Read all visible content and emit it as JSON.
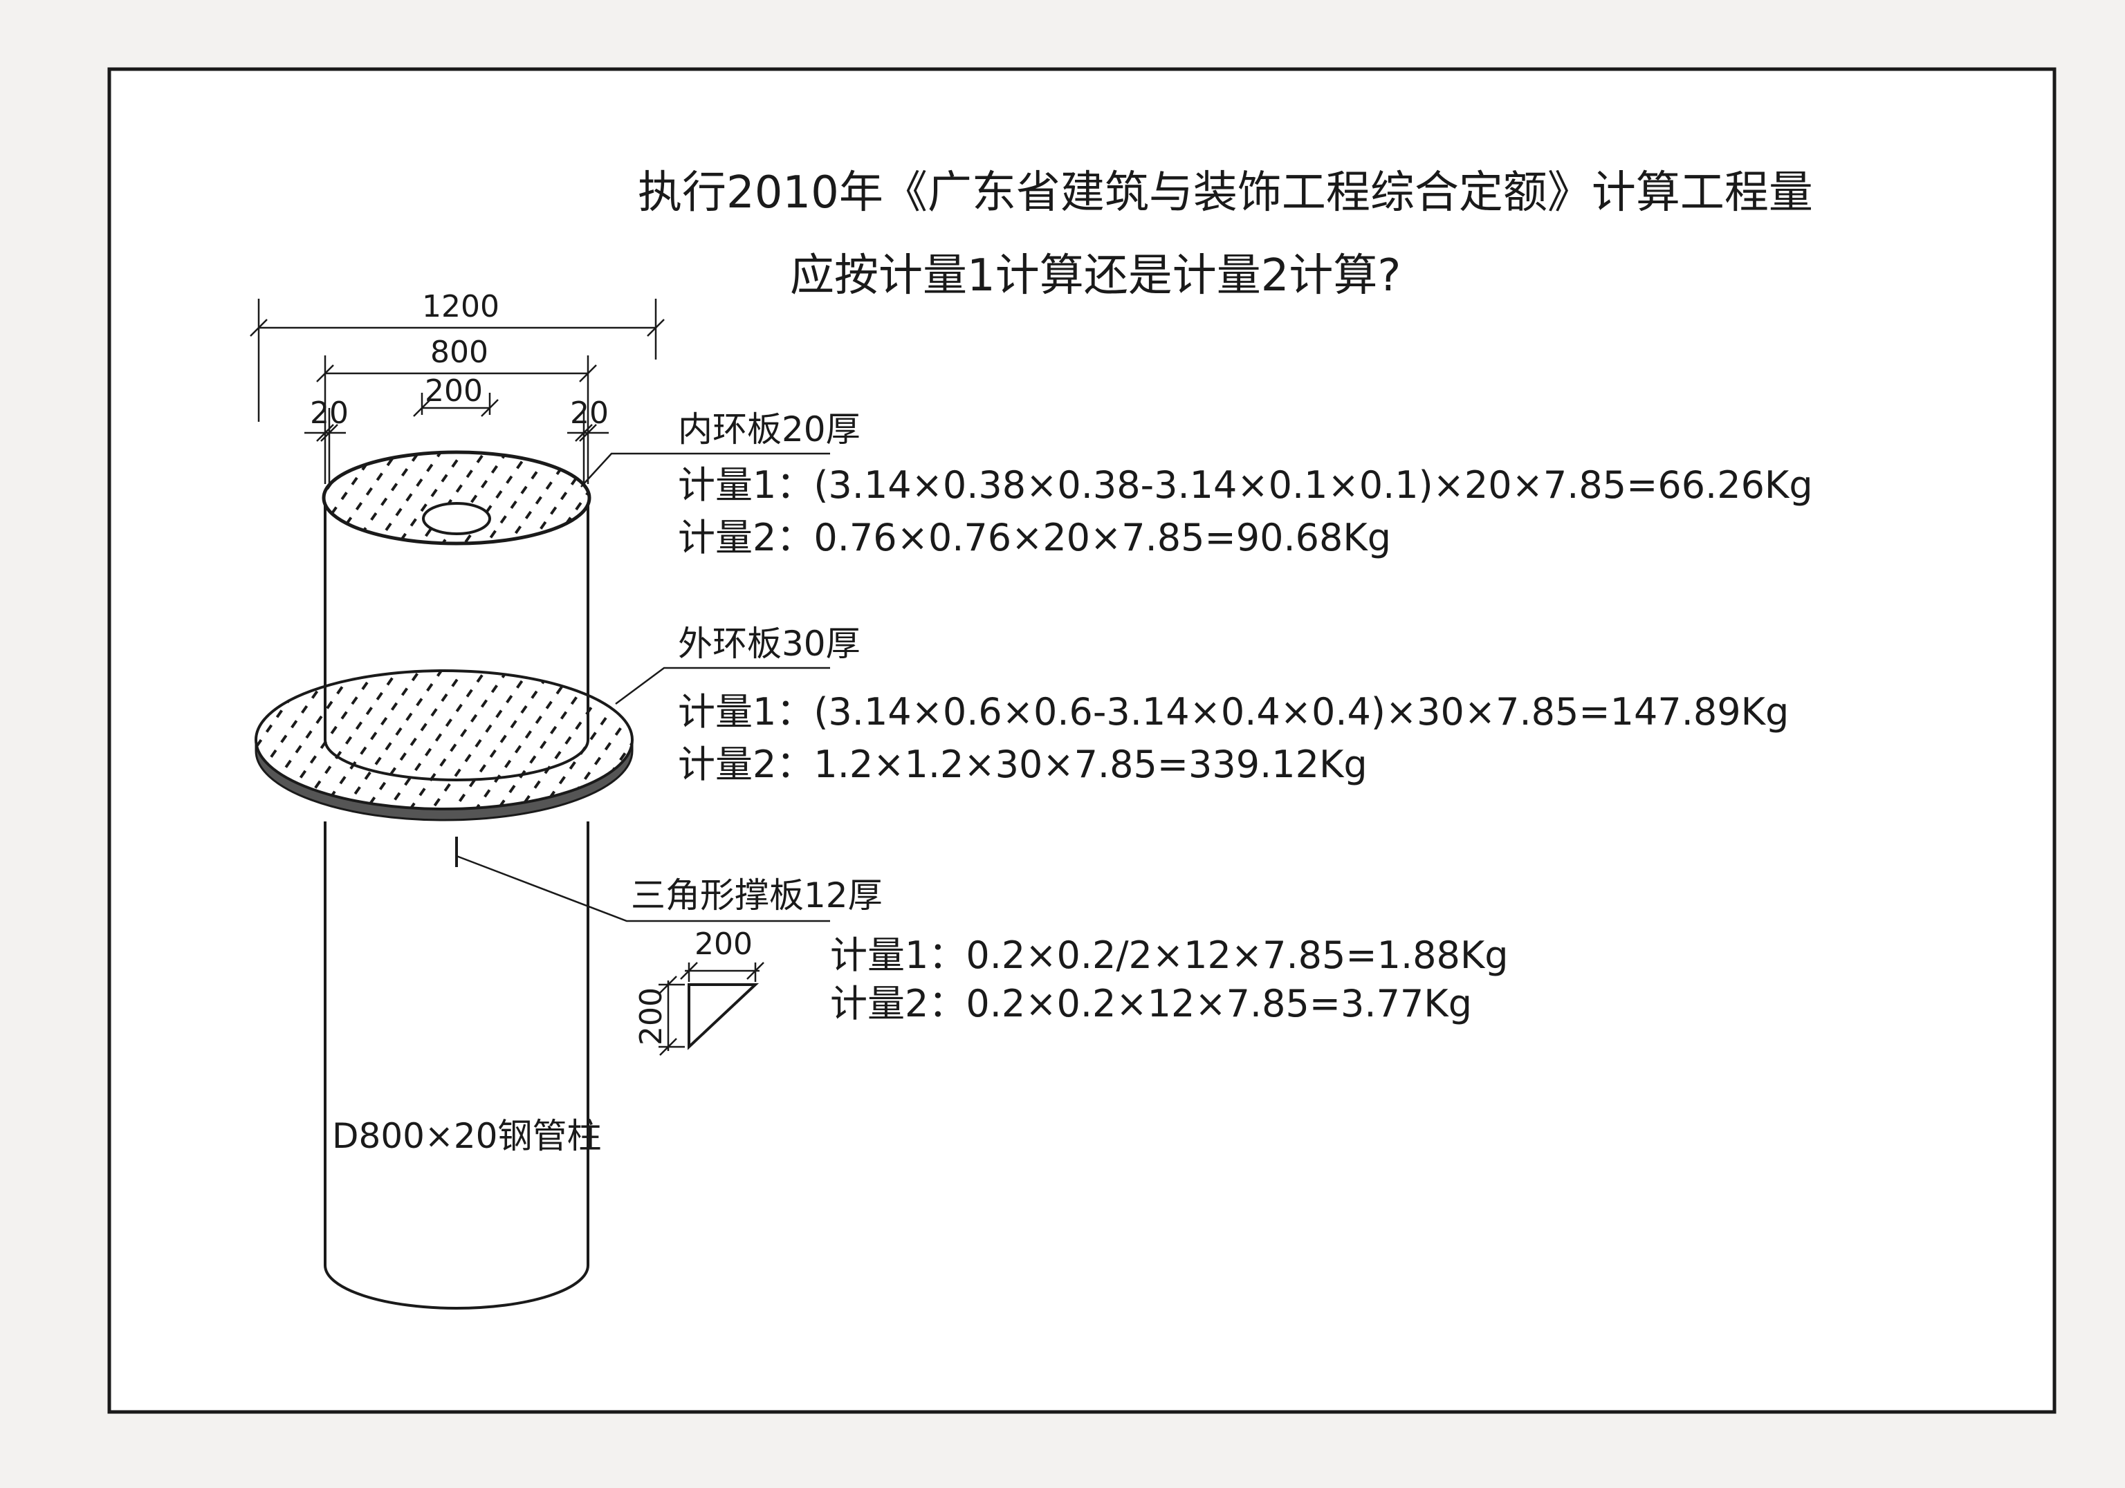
{
  "title": {
    "line1": "执行2010年《广东省建筑与装饰工程综合定额》计算工程量",
    "line2": "应按计量1计算还是计量2计算?"
  },
  "dimensions": {
    "outer": "1200",
    "column": "800",
    "hole": "200",
    "left_wall": "20",
    "right_wall": "20",
    "gusset_width": "200",
    "gusset_height": "200"
  },
  "inner_ring": {
    "label": "内环板20厚",
    "calc1": "计量1：(3.14×0.38×0.38-3.14×0.1×0.1)×20×7.85=66.26Kg",
    "calc2": "计量2：0.76×0.76×20×7.85=90.68Kg"
  },
  "outer_ring": {
    "label": "外环板30厚",
    "calc1": "计量1：(3.14×0.6×0.6-3.14×0.4×0.4)×30×7.85=147.89Kg",
    "calc2": "计量2：1.2×1.2×30×7.85=339.12Kg"
  },
  "gusset": {
    "label": "三角形撑板12厚",
    "calc1": "计量1：0.2×0.2/2×12×7.85=1.88Kg",
    "calc2": "计量2：0.2×0.2×12×7.85=3.77Kg"
  },
  "column_label": "D800×20钢管柱",
  "colors": {
    "ink": "#1a1a1a",
    "paper": "#ffffff",
    "background": "#f3f2f0"
  }
}
